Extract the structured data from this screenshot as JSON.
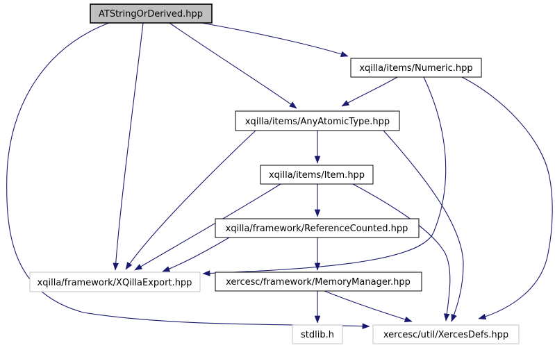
{
  "diagram": {
    "type": "include-dependency-graph",
    "nodes": [
      {
        "id": "ATStringOrDerived",
        "label": "ATStringOrDerived.hpp",
        "role": "root"
      },
      {
        "id": "Numeric",
        "label": "xqilla/items/Numeric.hpp",
        "role": "internal"
      },
      {
        "id": "AnyAtomicType",
        "label": "xqilla/items/AnyAtomicType.hpp",
        "role": "internal"
      },
      {
        "id": "Item",
        "label": "xqilla/items/Item.hpp",
        "role": "internal"
      },
      {
        "id": "ReferenceCounted",
        "label": "xqilla/framework/ReferenceCounted.hpp",
        "role": "internal"
      },
      {
        "id": "XQillaExport",
        "label": "xqilla/framework/XQillaExport.hpp",
        "role": "leaf"
      },
      {
        "id": "MemoryManager",
        "label": "xercesc/framework/MemoryManager.hpp",
        "role": "internal"
      },
      {
        "id": "stdlib",
        "label": "stdlib.h",
        "role": "leaf"
      },
      {
        "id": "XercesDefs",
        "label": "xercesc/util/XercesDefs.hpp",
        "role": "leaf"
      }
    ],
    "edges": [
      {
        "from": "ATStringOrDerived",
        "to": "Numeric"
      },
      {
        "from": "ATStringOrDerived",
        "to": "AnyAtomicType"
      },
      {
        "from": "ATStringOrDerived",
        "to": "XQillaExport"
      },
      {
        "from": "ATStringOrDerived",
        "to": "XercesDefs"
      },
      {
        "from": "Numeric",
        "to": "AnyAtomicType"
      },
      {
        "from": "Numeric",
        "to": "XQillaExport"
      },
      {
        "from": "Numeric",
        "to": "XercesDefs"
      },
      {
        "from": "AnyAtomicType",
        "to": "Item"
      },
      {
        "from": "AnyAtomicType",
        "to": "XQillaExport"
      },
      {
        "from": "AnyAtomicType",
        "to": "XercesDefs"
      },
      {
        "from": "Item",
        "to": "ReferenceCounted"
      },
      {
        "from": "Item",
        "to": "XQillaExport"
      },
      {
        "from": "Item",
        "to": "XercesDefs"
      },
      {
        "from": "ReferenceCounted",
        "to": "XQillaExport"
      },
      {
        "from": "ReferenceCounted",
        "to": "MemoryManager"
      },
      {
        "from": "MemoryManager",
        "to": "stdlib"
      },
      {
        "from": "MemoryManager",
        "to": "XercesDefs"
      }
    ],
    "colors": {
      "edge": "#191970",
      "root_fill": "#bfbfbf",
      "node_fill": "#ffffff",
      "node_border": "#000000",
      "leaf_border": "#c3c3c3",
      "text": "#000000",
      "background": "#ffffff"
    }
  }
}
